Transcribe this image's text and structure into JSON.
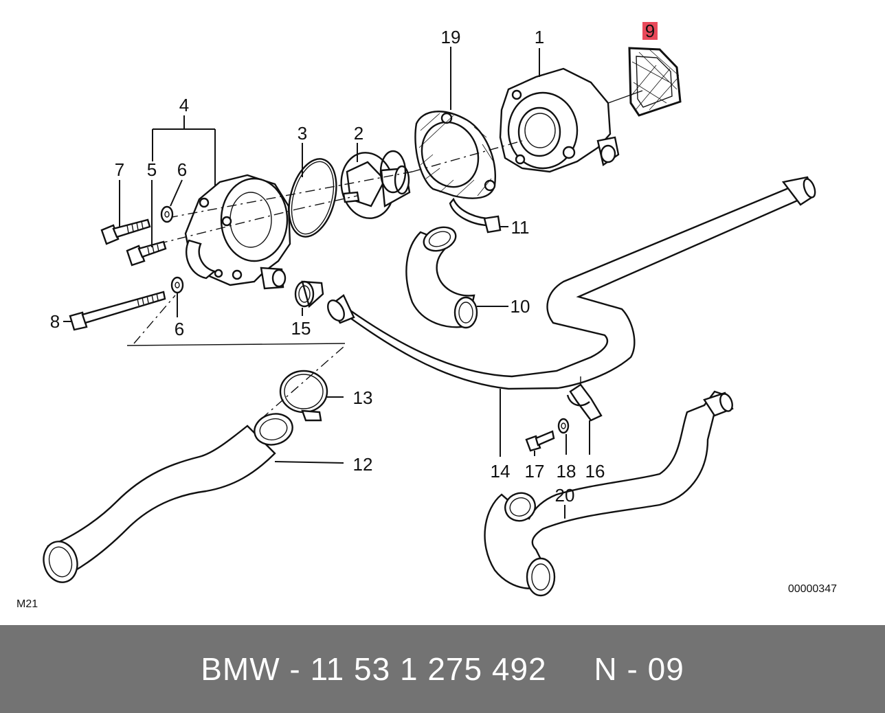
{
  "diagram": {
    "callouts": [
      {
        "id": "1",
        "text": "1"
      },
      {
        "id": "2",
        "text": "2"
      },
      {
        "id": "3",
        "text": "3"
      },
      {
        "id": "4",
        "text": "4"
      },
      {
        "id": "5",
        "text": "5"
      },
      {
        "id": "6a",
        "text": "6"
      },
      {
        "id": "6b",
        "text": "6"
      },
      {
        "id": "7",
        "text": "7"
      },
      {
        "id": "8",
        "text": "8"
      },
      {
        "id": "9",
        "text": "9",
        "highlighted": true
      },
      {
        "id": "10",
        "text": "10"
      },
      {
        "id": "11",
        "text": "11"
      },
      {
        "id": "12",
        "text": "12"
      },
      {
        "id": "13",
        "text": "13"
      },
      {
        "id": "14",
        "text": "14"
      },
      {
        "id": "15",
        "text": "15"
      },
      {
        "id": "16",
        "text": "16"
      },
      {
        "id": "17",
        "text": "17"
      },
      {
        "id": "18",
        "text": "18"
      },
      {
        "id": "19",
        "text": "19"
      },
      {
        "id": "20",
        "text": "20"
      }
    ],
    "drawing_code": "00000347",
    "group_code": "M21",
    "highlight_color": "#e8495a"
  },
  "footer": {
    "text": "BMW - 11 53 1 275 492     N - 09",
    "background": "#737373"
  }
}
